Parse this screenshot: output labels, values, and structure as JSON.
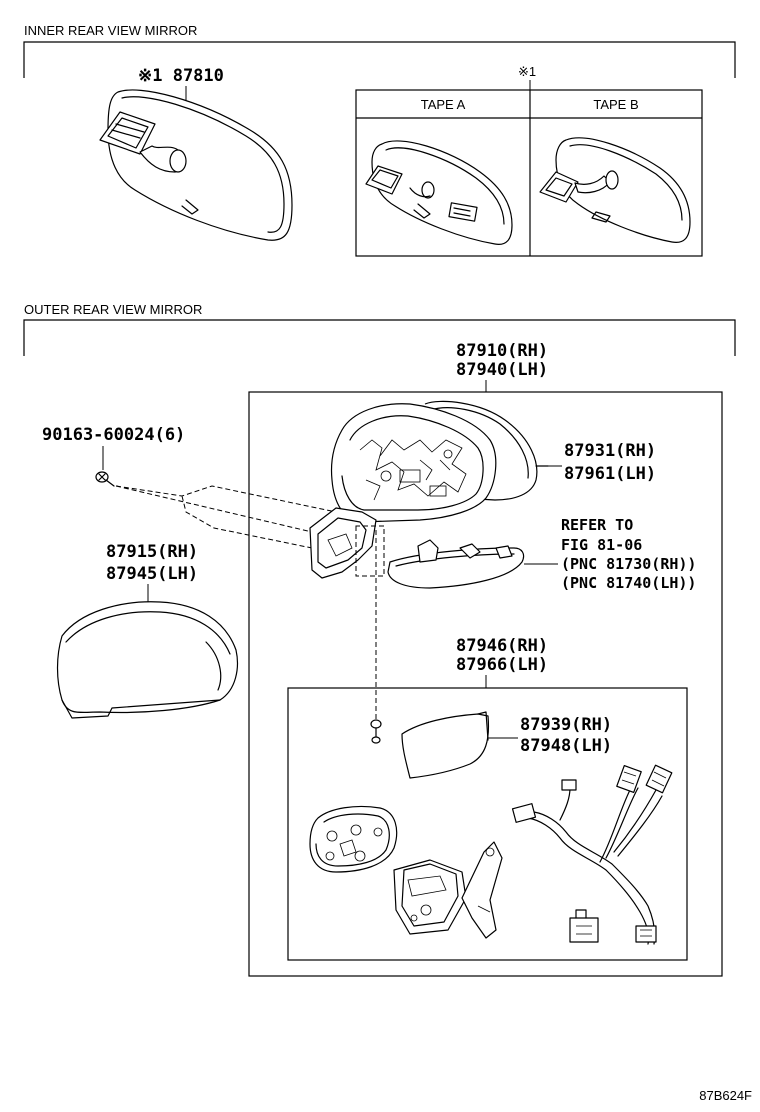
{
  "sections": {
    "inner": "INNER REAR VIEW MIRROR",
    "outer": "OUTER REAR VIEW MIRROR"
  },
  "parts": {
    "p87810": "※1 87810",
    "note_mark": "※1",
    "tape_a": "TAPE A",
    "tape_b": "TAPE B",
    "p87910": "87910(RH)",
    "p87940": "87940(LH)",
    "p90163": "90163-60024(6)",
    "p87931": "87931(RH)",
    "p87961": "87961(LH)",
    "refer1": "REFER TO",
    "refer2": "FIG 81-06",
    "refer3": "(PNC 81730(RH))",
    "refer4": "(PNC 81740(LH))",
    "p87915": "87915(RH)",
    "p87945": "87945(LH)",
    "p87946": "87946(RH)",
    "p87966": "87966(LH)",
    "p87939": "87939(RH)",
    "p87948": "87948(LH)"
  },
  "figure_id": "87B624F"
}
